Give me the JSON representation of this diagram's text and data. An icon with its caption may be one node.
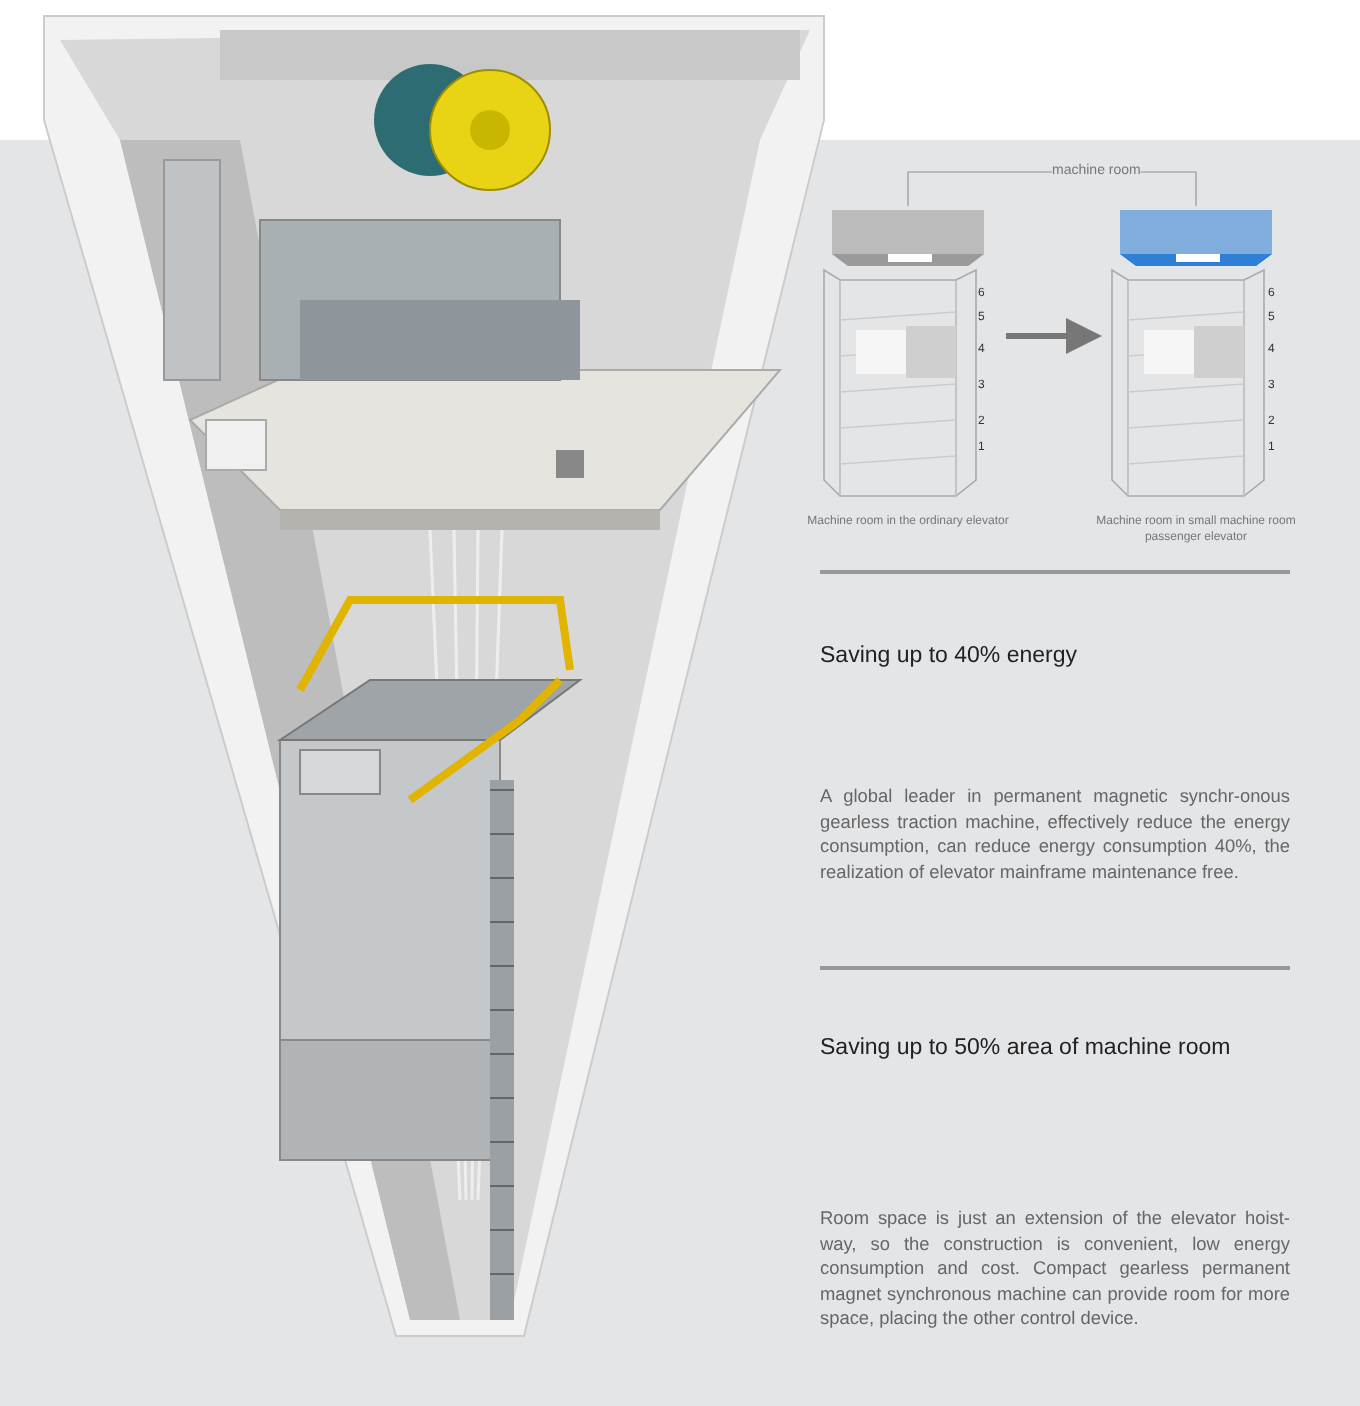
{
  "diagram": {
    "nodes": [
      {
        "text": [],
        "shape": "picture",
        "beside": [
          "Machine room in the ordinary elevator"
        ]
      },
      {
        "text": [],
        "shape": "picture",
        "beside": [
          "Machine room in small machine room passenger elevator"
        ]
      },
      {
        "text": [
          "machine room"
        ]
      },
      {
        "text": [],
        "shape": "box"
      },
      {
        "text": [],
        "shape": "box"
      }
    ],
    "edges": [
      {
        "from": 0,
        "to": 1,
        "arrow": "to",
        "style": "thick"
      },
      {
        "from": 2,
        "to": 3,
        "arrow": "none"
      },
      {
        "from": 2,
        "to": 4,
        "arrow": "none"
      }
    ],
    "labels": [
      "6",
      "5",
      "4",
      "3",
      "2",
      "1",
      "6",
      "5",
      "4",
      "3",
      "2",
      "1",
      "Saving up to 40% energy",
      "A global leader in permanent magnetic synchr-onous gearless traction machine, effectively reduce the energy consumption, can reduce energy consumption 40%, the realization of elevator mainframe maintenance free.",
      "Saving up to 50% area of machine room",
      "Room space is just an extension of the elevator hoist-way, so the construction is convenient, low energy consumption and cost. Compact gearless permanent magnet synchronous machine can provide room for more space, placing the other control device."
    ]
  }
}
